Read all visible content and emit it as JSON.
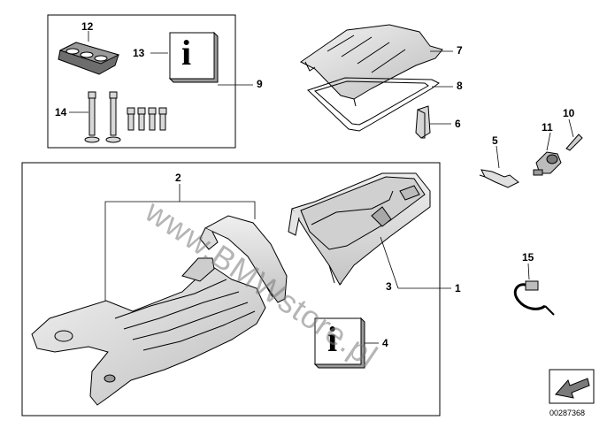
{
  "diagram": {
    "callouts": {
      "c1": "1",
      "c2": "2",
      "c3": "3",
      "c4": "4",
      "c5": "5",
      "c6": "6",
      "c7": "7",
      "c8": "8",
      "c9": "9",
      "c10": "10",
      "c11": "11",
      "c12": "12",
      "c13": "13",
      "c14": "14",
      "c15": "15"
    },
    "document_number": "00287368",
    "watermark": "www.BMWstore.pl",
    "info_glyph": "i",
    "colors": {
      "line": "#000000",
      "part_fill": "#e6e6e6",
      "part_shade": "#c8c8c8",
      "watermark": "#888888"
    }
  }
}
